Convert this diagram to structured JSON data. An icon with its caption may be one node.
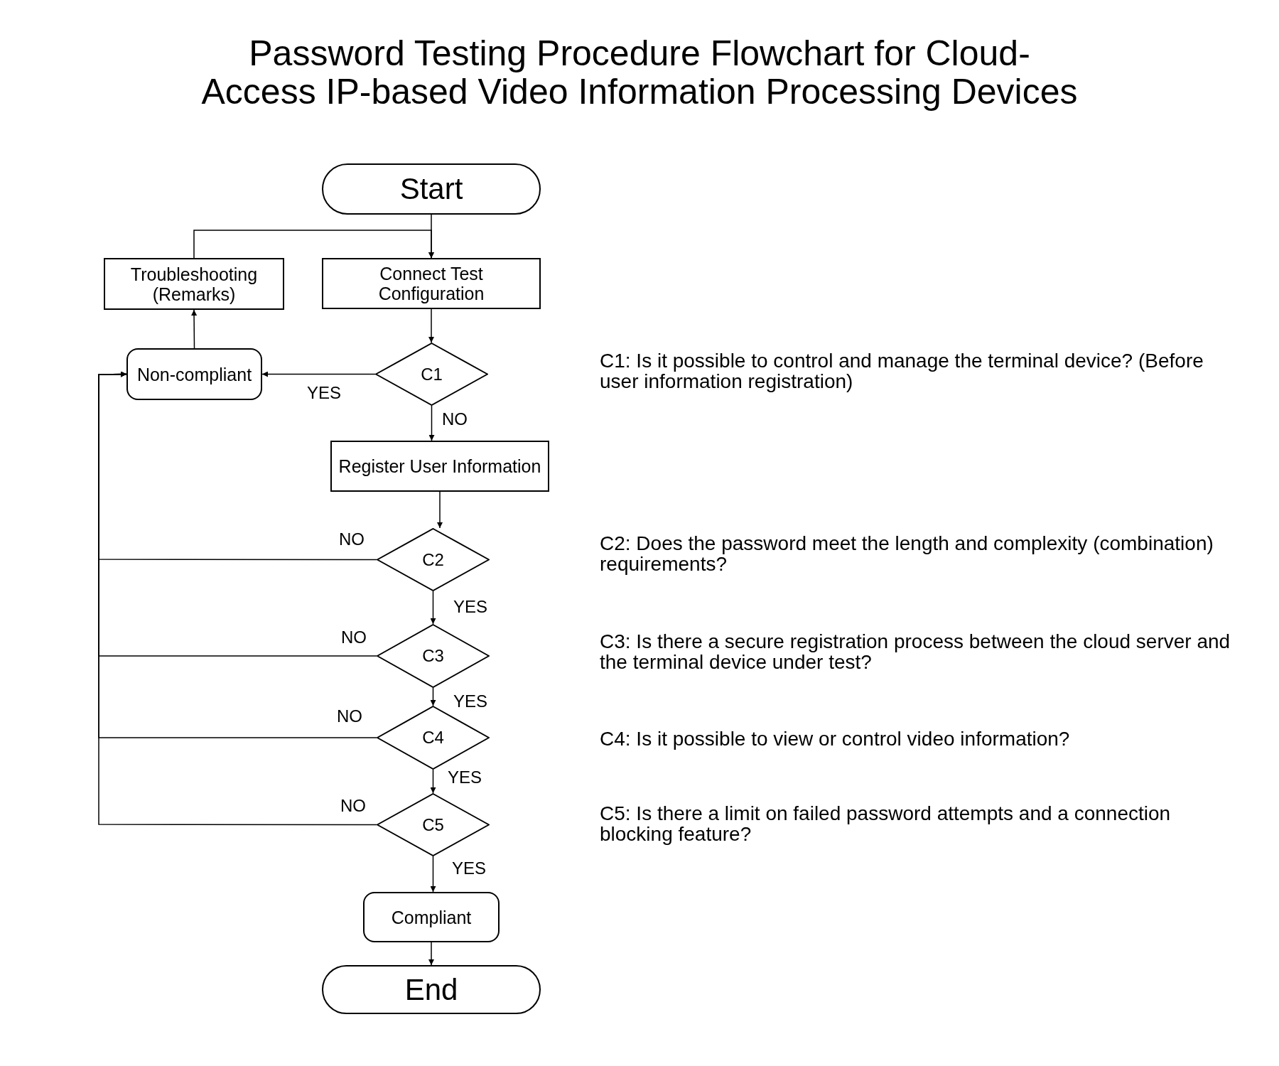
{
  "diagram": {
    "title": "Password Testing Procedure Flowchart for Cloud-Access IP-based Video Information Processing Devices",
    "nodes": [
      {
        "text": [
          "Start"
        ]
      },
      {
        "text": [
          "Connect Test Configuration"
        ]
      },
      {
        "text": [
          "Troubleshooting (Remarks)"
        ]
      },
      {
        "text": [
          "Non-compliant"
        ]
      },
      {
        "text": [
          "C1"
        ]
      },
      {
        "text": [
          "Register User Information"
        ]
      },
      {
        "text": [
          "C2"
        ]
      },
      {
        "text": [
          "C3"
        ]
      },
      {
        "text": [
          "C4"
        ]
      },
      {
        "text": [
          "C5"
        ]
      },
      {
        "text": [
          "Compliant"
        ]
      },
      {
        "text": [
          "End"
        ]
      }
    ],
    "edges": [
      {
        "from": 0,
        "to": 1,
        "arrow": "to"
      },
      {
        "from": 2,
        "to": 1,
        "arrow": "to"
      },
      {
        "from": 1,
        "to": 4,
        "arrow": "to"
      },
      {
        "from": 4,
        "to": 3,
        "arrow": "to",
        "label": "YES"
      },
      {
        "from": 3,
        "to": 2,
        "arrow": "to"
      },
      {
        "from": 4,
        "to": 5,
        "arrow": "to",
        "label": "NO"
      },
      {
        "from": 5,
        "to": 6,
        "arrow": "to"
      },
      {
        "from": 6,
        "to": 3,
        "arrow": "to",
        "label": "NO"
      },
      {
        "from": 6,
        "to": 7,
        "arrow": "to",
        "label": "YES"
      },
      {
        "from": 7,
        "to": 3,
        "arrow": "to",
        "label": "NO"
      },
      {
        "from": 7,
        "to": 8,
        "arrow": "to",
        "label": "YES"
      },
      {
        "from": 8,
        "to": 3,
        "arrow": "to",
        "label": "NO"
      },
      {
        "from": 8,
        "to": 9,
        "arrow": "to",
        "label": "YES"
      },
      {
        "from": 9,
        "to": 3,
        "arrow": "to",
        "label": "NO"
      },
      {
        "from": 9,
        "to": 10,
        "arrow": "to",
        "label": "YES"
      },
      {
        "from": 10,
        "to": 11,
        "arrow": "to"
      }
    ],
    "labels": [
      "C1: Is it possible to control and manage the terminal device? (Before user information registration)",
      "C2: Does the password meet the length and complexity (combination) requirements?",
      "C3: Is there a secure registration process between the cloud server and the terminal device under test?",
      "C4: Is it possible to view or control video information?",
      "C5: Is there a limit on failed password attempts and a connection blocking feature?"
    ]
  }
}
